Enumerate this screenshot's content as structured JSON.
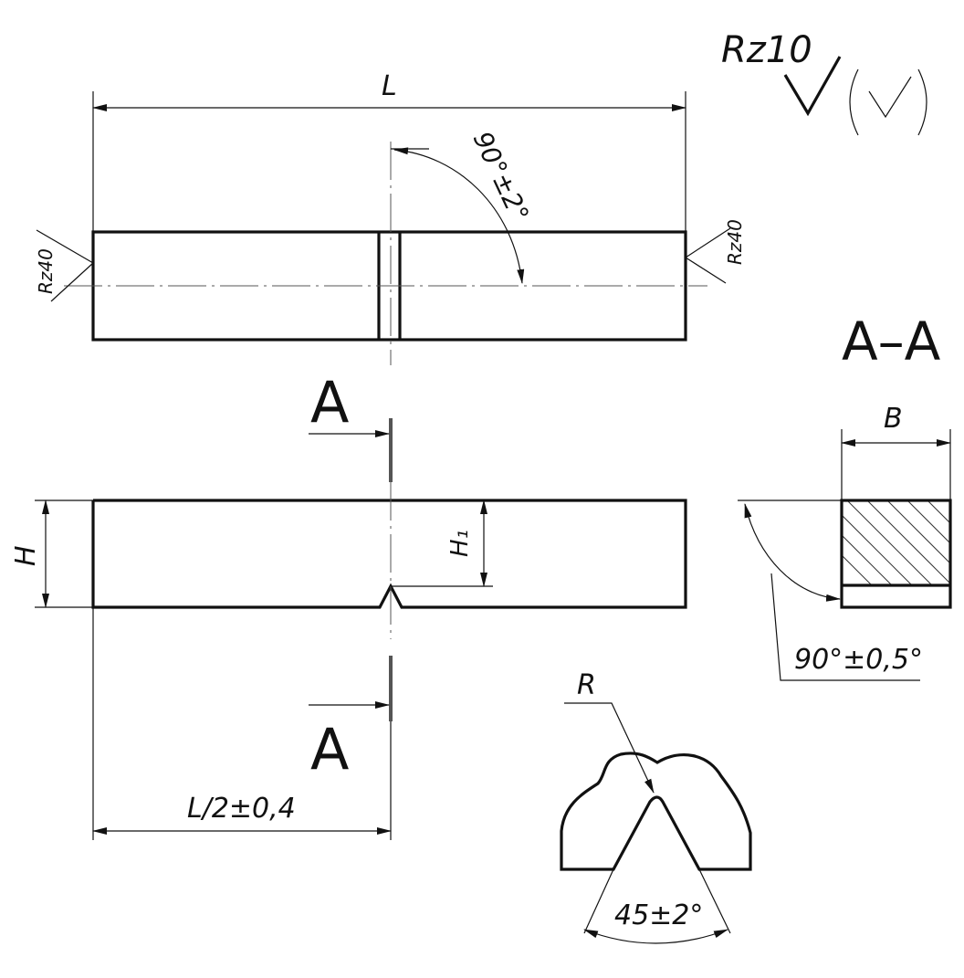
{
  "labels": {
    "length": "L",
    "roughness_main": "Rz10",
    "angle_top": "90°±2°",
    "roughness_left": "Rz40",
    "roughness_right": "Rz40",
    "section_title": "A–A",
    "section_letter_top": "A",
    "section_letter_bottom": "A",
    "width": "B",
    "height": "H",
    "notch_height": "H₁",
    "angle_section": "90°±0,5°",
    "half_length": "L/2±0,4",
    "radius": "R",
    "notch_angle": "45±2°"
  }
}
